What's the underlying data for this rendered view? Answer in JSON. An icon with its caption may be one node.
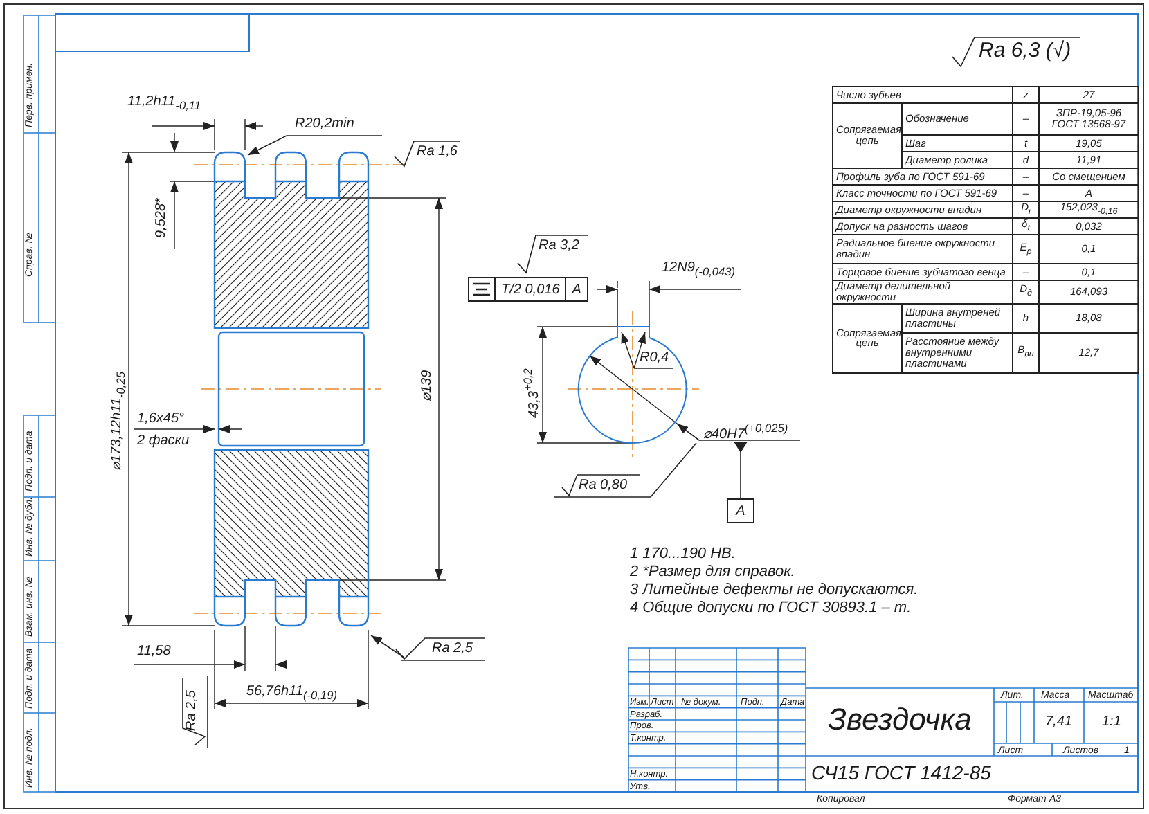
{
  "diagram": {
    "nodes": [
      {
        "text": [],
        "shape": "picture"
      },
      {
        "text": [],
        "shape": "circle"
      },
      {
        "text": [
          "R20,2min"
        ]
      },
      {
        "text": [
          "Ra 2,5"
        ]
      },
      {
        "text": [
          "⌀40H7$^{(+0,025)}$"
        ]
      },
      {
        "text": [
          "A"
        ]
      },
      {
        "text": [
          "T/2 0,016",
          "A"
        ]
      }
    ],
    "edges": [
      {
        "from": 2,
        "to": 0,
        "arrow": "to"
      },
      {
        "from": 3,
        "to": 0,
        "arrow": "to"
      },
      {
        "from": 4,
        "to": 1,
        "arrow": "to"
      },
      {
        "from": 5,
        "to": 4,
        "arrow": "other"
      },
      {
        "from": 6,
        "to": 1,
        "arrow": "none"
      }
    ],
    "labels": [
      "Ra 6,3 (√)",
      "11,2h11$_{-0,11}$",
      "Ra 1,6",
      "9,528*",
      "⌀173,12h11$_{-0,25}$",
      "⌀139",
      "1,6x45°",
      "2 фаски",
      "11,58",
      "56,76h11$_{(-0,19)}$",
      "Ra 2,5",
      "Ra 3,2",
      "12N9$_{(-0,043)}$",
      "R0,4",
      "43,3$^{+0,2}$",
      "Ra 0,80",
      "1 170...190 HB.",
      "2 *Размер для справок.",
      "3 Литейные дефекты не допускаются.",
      "4 Общие допуски по ГОСТ 30893.1 – m.",
      "Число зубьев",
      "z",
      "27",
      "Сопрягаемая цепь",
      "Обозначение",
      "–",
      "ЗПР-19,05-96 ГОСТ 13568-97",
      "Шаг",
      "t",
      "19,05",
      "Диаметр ролика",
      "d",
      "11,91",
      "Профиль зуба по ГОСТ 591-69",
      "–",
      "Со смещением",
      "Класс точности по ГОСТ 591-69",
      "–",
      "А",
      "Диаметр окружности впадин",
      "D$_{i}$",
      "152,023$_{-0,16}$",
      "Допуск на разность шагов",
      "δ$_{t}$",
      "0,032",
      "Радиальное биение окружности впадин",
      "E$_{p}$",
      "0,1",
      "Торцовое биение зубчатого венца",
      "–",
      "0,1",
      "Диаметр делительной окружности",
      "D$_{д}$",
      "164,093",
      "Сопрягаемая цепь",
      "Ширина внутреней пластины",
      "h",
      "18,08",
      "Расстояние между внутренними пластинами",
      "B$_{вн}$",
      "12,7",
      "Изм.",
      "Лист",
      "№ докум.",
      "Подп.",
      "Дата",
      "Разраб.",
      "Пров.",
      "Т.контр.",
      "Н.контр.",
      "Утв.",
      "Звездочка",
      "Лит.",
      "Масса",
      "Масштаб",
      "7,41",
      "1:1",
      "Лист",
      "Листов",
      "1",
      "СЧ15 ГОСТ 1412-85",
      "Копировал",
      "Формат",
      "А3",
      "Перв. примен.",
      "Справ. №",
      "Подп. и дата",
      "Инв. № дубл.",
      "Взам. инв. №",
      "Подп. и дата",
      "Инв. № подл."
    ]
  }
}
